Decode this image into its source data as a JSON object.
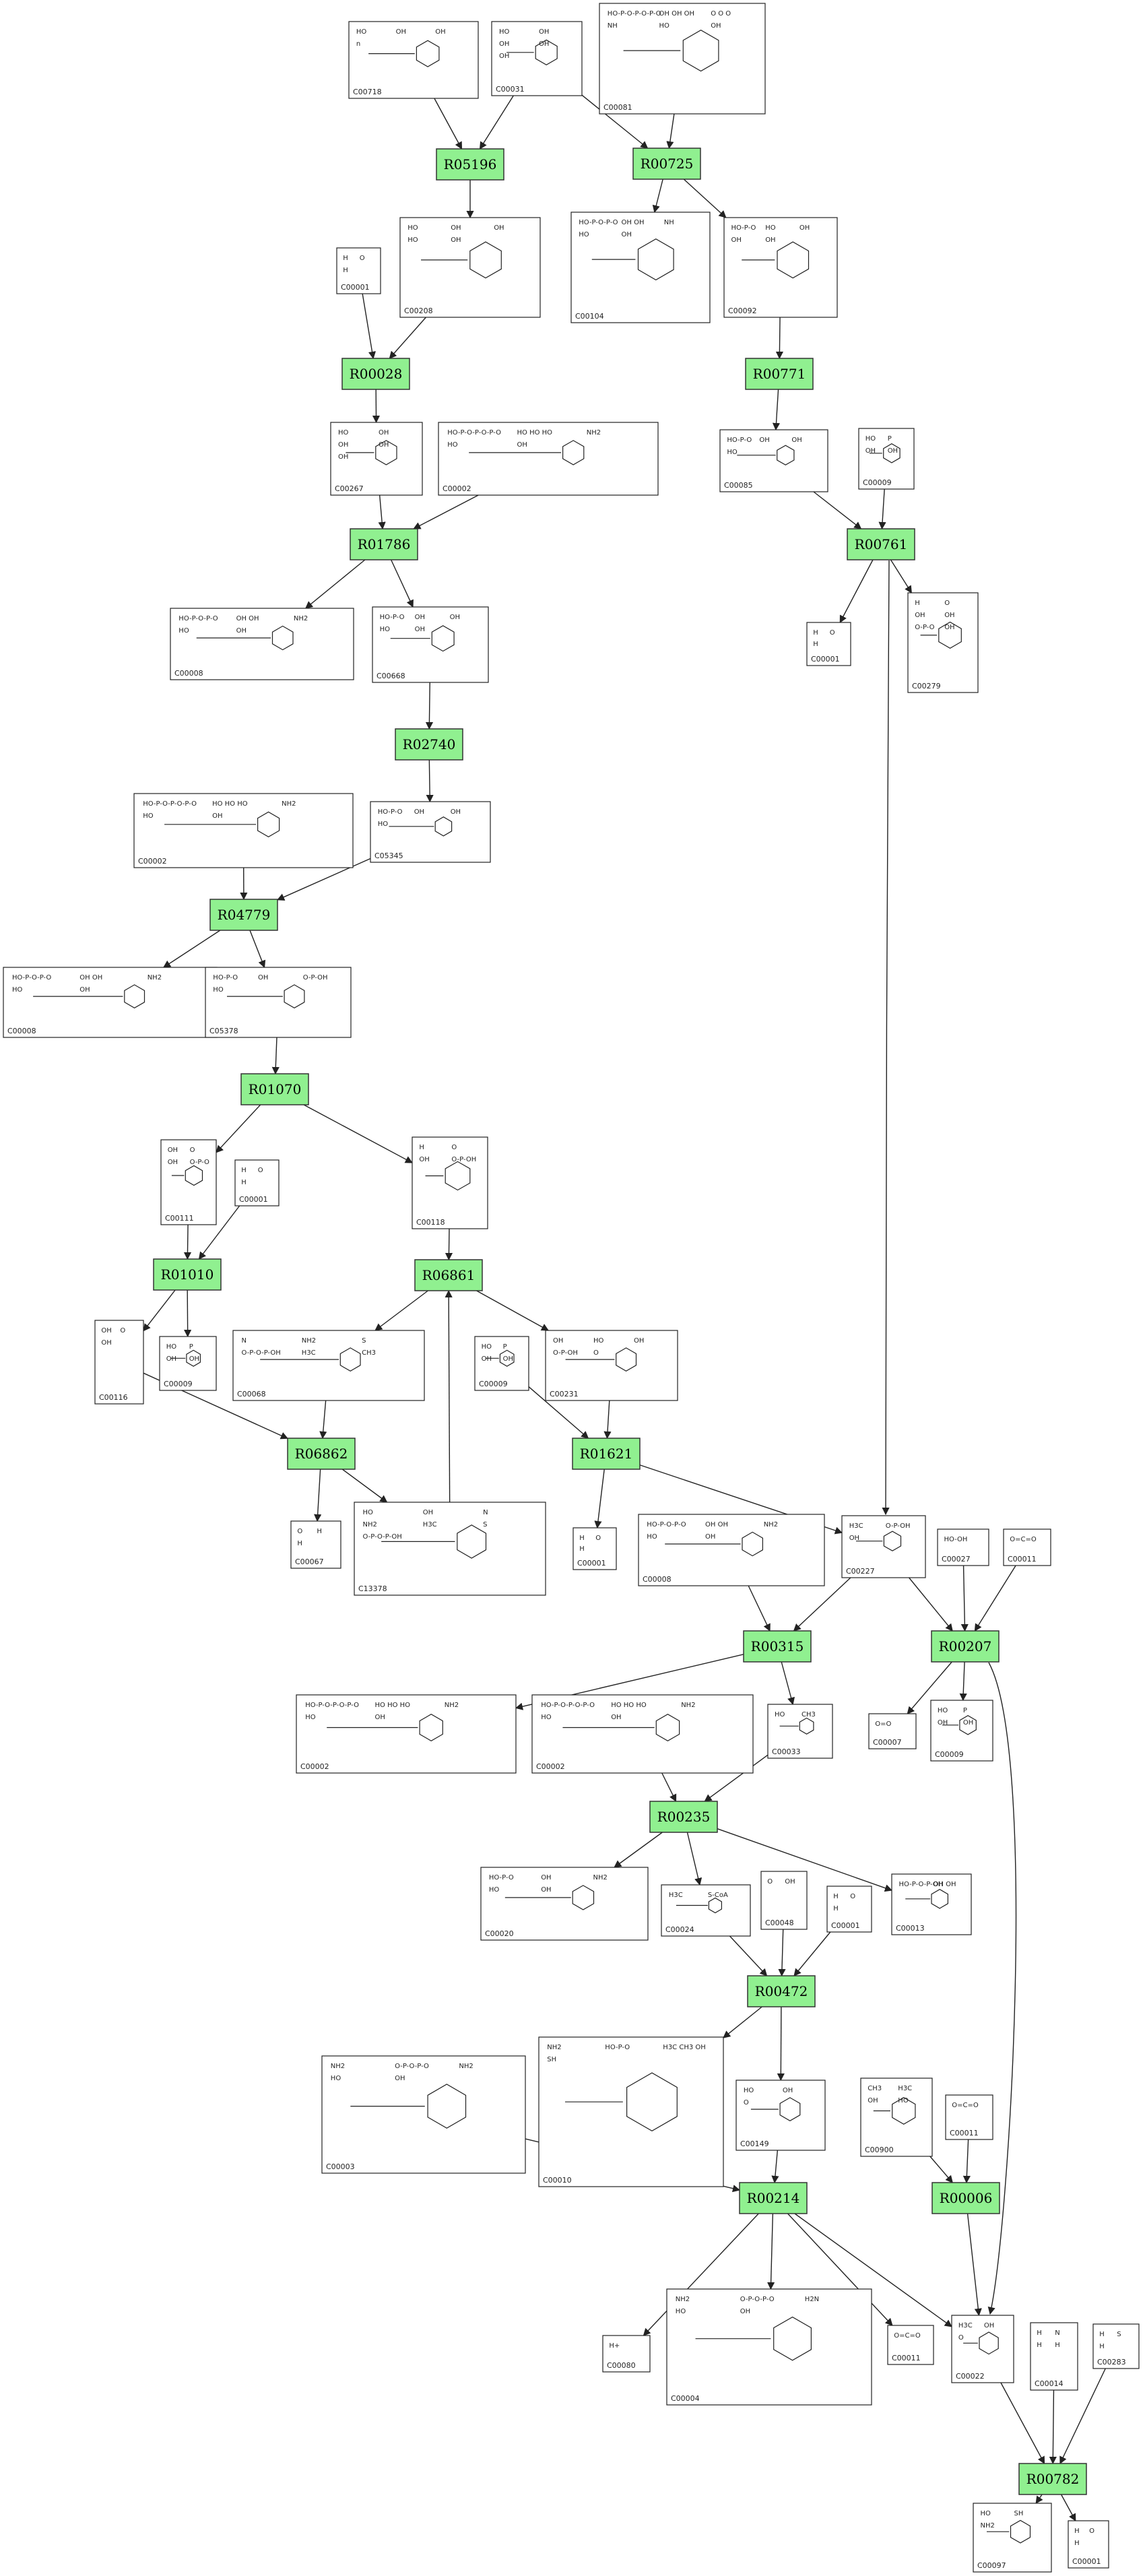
{
  "reactions": [
    {
      "id": "R05196"
    },
    {
      "id": "R00725"
    },
    {
      "id": "R00028"
    },
    {
      "id": "R00771"
    },
    {
      "id": "R01786"
    },
    {
      "id": "R00761"
    },
    {
      "id": "R02740"
    },
    {
      "id": "R04779"
    },
    {
      "id": "R01070"
    },
    {
      "id": "R01010"
    },
    {
      "id": "R06861"
    },
    {
      "id": "R06862"
    },
    {
      "id": "R01621"
    },
    {
      "id": "R00315"
    },
    {
      "id": "R00207"
    },
    {
      "id": "R00235"
    },
    {
      "id": "R00472"
    },
    {
      "id": "R00006"
    },
    {
      "id": "R00214"
    },
    {
      "id": "R00782"
    }
  ],
  "compounds": [
    {
      "id": "C00718",
      "text": [
        "HO",
        "OH",
        "OH",
        "n"
      ]
    },
    {
      "id": "C00031",
      "text": [
        "HO",
        "OH",
        "OH",
        "OH",
        "OH"
      ]
    },
    {
      "id": "C00081",
      "text": [
        "HO-P-O-P-O-P-O",
        "OH OH OH",
        "O O O",
        "NH",
        "HO",
        "OH"
      ]
    },
    {
      "id": "C00001",
      "text": [
        "H",
        "O",
        "H"
      ]
    },
    {
      "id": "C00208",
      "text": [
        "HO",
        "OH",
        "OH",
        "HO",
        "OH"
      ]
    },
    {
      "id": "C00104",
      "text": [
        "HO-P-O-P-O",
        "OH OH",
        "NH",
        "HO",
        "OH"
      ]
    },
    {
      "id": "C00092",
      "text": [
        "HO-P-O",
        "HO",
        "OH",
        "OH",
        "OH"
      ]
    },
    {
      "id": "C00267",
      "text": [
        "HO",
        "OH",
        "OH",
        "OH",
        "OH"
      ]
    },
    {
      "id": "C00002",
      "text": [
        "HO-P-O-P-O-P-O",
        "HO HO HO",
        "NH2",
        "HO",
        "OH"
      ]
    },
    {
      "id": "C00085",
      "text": [
        "HO-P-O",
        "OH",
        "OH",
        "HO"
      ]
    },
    {
      "id": "C00009",
      "text": [
        "HO",
        "P",
        "OH",
        "OH"
      ]
    },
    {
      "id": "C00008",
      "text": [
        "HO-P-O-P-O",
        "OH OH",
        "NH2",
        "HO",
        "OH"
      ]
    },
    {
      "id": "C00668",
      "text": [
        "HO-P-O",
        "OH",
        "OH",
        "HO",
        "OH"
      ]
    },
    {
      "id": "C00279",
      "text": [
        "H",
        "O",
        "OH",
        "OH",
        "O-P-O",
        "OH"
      ]
    },
    {
      "id": "C05345",
      "text": [
        "HO-P-O",
        "OH",
        "OH",
        "HO"
      ]
    },
    {
      "id": "C05378",
      "text": [
        "HO-P-O",
        "OH",
        "O-P-OH",
        "HO"
      ]
    },
    {
      "id": "C00111",
      "text": [
        "OH",
        "O",
        "OH",
        "O-P-O"
      ]
    },
    {
      "id": "C00118",
      "text": [
        "H",
        "O",
        "OH",
        "O-P-OH"
      ]
    },
    {
      "id": "C00116",
      "text": [
        "OH",
        "O",
        "OH"
      ]
    },
    {
      "id": "C00068",
      "text": [
        "N",
        "NH2",
        "S",
        "O-P-O-P-OH",
        "H3C",
        "CH3"
      ]
    },
    {
      "id": "C00231",
      "text": [
        "OH",
        "HO",
        "OH",
        "O-P-OH",
        "O"
      ]
    },
    {
      "id": "C00067",
      "text": [
        "O",
        "H",
        "H"
      ]
    },
    {
      "id": "C13378",
      "text": [
        "HO",
        "OH",
        "N",
        "NH2",
        "H3C",
        "S",
        "O-P-O-P-OH"
      ]
    },
    {
      "id": "C00227",
      "text": [
        "H3C",
        "O-P-OH",
        "OH"
      ]
    },
    {
      "id": "C00027",
      "text": [
        "HO-OH"
      ]
    },
    {
      "id": "C00011",
      "text": [
        "O=C=O"
      ]
    },
    {
      "id": "C00033",
      "text": [
        "HO",
        "CH3"
      ]
    },
    {
      "id": "C00007",
      "text": [
        "O=O"
      ]
    },
    {
      "id": "C00020",
      "text": [
        "HO-P-O",
        "OH",
        "NH2",
        "HO",
        "OH"
      ]
    },
    {
      "id": "C00024",
      "text": [
        "H3C",
        "S-CoA"
      ]
    },
    {
      "id": "C00048",
      "text": [
        "O",
        "OH"
      ]
    },
    {
      "id": "C00013",
      "text": [
        "HO-P-O-P-OH",
        "OH OH"
      ]
    },
    {
      "id": "C00003",
      "text": [
        "NH2",
        "O-P-O-P-O",
        "NH2",
        "HO",
        "OH"
      ]
    },
    {
      "id": "C00010",
      "text": [
        "NH2",
        "HO-P-O",
        "H3C CH3 OH",
        "SH"
      ]
    },
    {
      "id": "C00149",
      "text": [
        "HO",
        "OH",
        "O"
      ]
    },
    {
      "id": "C00900",
      "text": [
        "CH3",
        "H3C",
        "OH",
        "HO"
      ]
    },
    {
      "id": "C00080",
      "text": [
        "H+"
      ]
    },
    {
      "id": "C00004",
      "text": [
        "NH2",
        "O-P-O-P-O",
        "H2N",
        "HO",
        "OH"
      ]
    },
    {
      "id": "C00022",
      "text": [
        "H3C",
        "OH",
        "O"
      ]
    },
    {
      "id": "C00014",
      "text": [
        "H",
        "N",
        "H",
        "H"
      ]
    },
    {
      "id": "C00283",
      "text": [
        "H",
        "S",
        "H"
      ]
    },
    {
      "id": "C00097",
      "text": [
        "HO",
        "SH",
        "NH2"
      ]
    }
  ]
}
